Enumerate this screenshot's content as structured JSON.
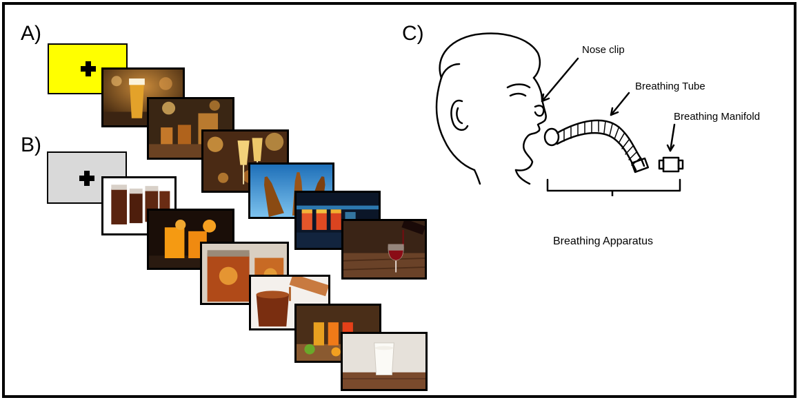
{
  "labels": {
    "a": "A)",
    "b": "B)",
    "c": "C)"
  },
  "panel_a": {
    "fixation_color": "#ffff00",
    "icon": "plus-icon",
    "images": [
      "beer-glass-photo",
      "whiskey-shots-photo",
      "champagne-glasses-photo",
      "beer-bottles-photo",
      "cocktail-shots-photo",
      "red-wine-pour-photo"
    ]
  },
  "panel_b": {
    "fixation_color": "#d9d9d9",
    "icon": "plus-icon",
    "images": [
      "cola-glasses-photo",
      "orange-juice-photo",
      "iced-tea-jars-photo",
      "iced-tea-pour-photo",
      "fruit-juices-photo",
      "milk-glass-photo"
    ]
  },
  "panel_c": {
    "nose_clip": "Nose clip",
    "breathing_tube": "Breathing Tube",
    "breathing_manifold": "Breathing Manifold",
    "breathing_apparatus": "Breathing Apparatus"
  }
}
